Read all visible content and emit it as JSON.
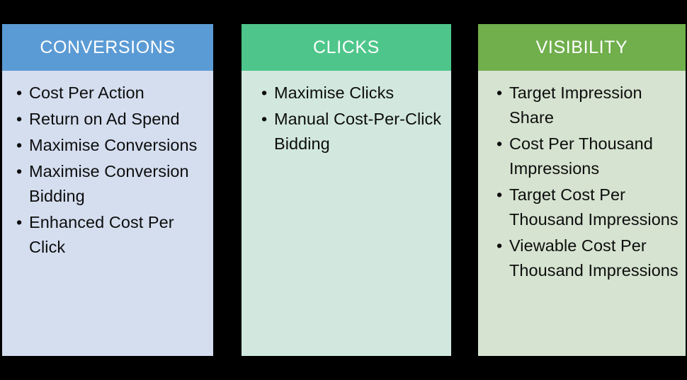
{
  "columns": [
    {
      "title": "CONVERSIONS",
      "header_color": "#5B9BD5",
      "body_color": "#D4DEEF",
      "title_color": "#FFFFFF",
      "items": [
        "Cost Per Action",
        "Return on Ad Spend",
        "Maximise Conversions",
        "Maximise Conversion Bidding",
        "Enhanced Cost Per Click"
      ]
    },
    {
      "title": "CLICKS",
      "header_color": "#4EC68B",
      "body_color": "#D2E8DF",
      "title_color": "#FFFFFF",
      "items": [
        "Maximise Clicks",
        "Manual Cost-Per-Click Bidding"
      ]
    },
    {
      "title": "VISIBILITY",
      "header_color": "#70AF4C",
      "body_color": "#D5E3D0",
      "title_color": "#FFFFFF",
      "items": [
        "Target Impression Share",
        "Cost Per Thousand Impressions",
        "Target Cost Per Thousand Impressions",
        "Viewable Cost Per Thousand Impressions"
      ]
    }
  ],
  "bullet_glyph": "•",
  "background_color": "#000000"
}
